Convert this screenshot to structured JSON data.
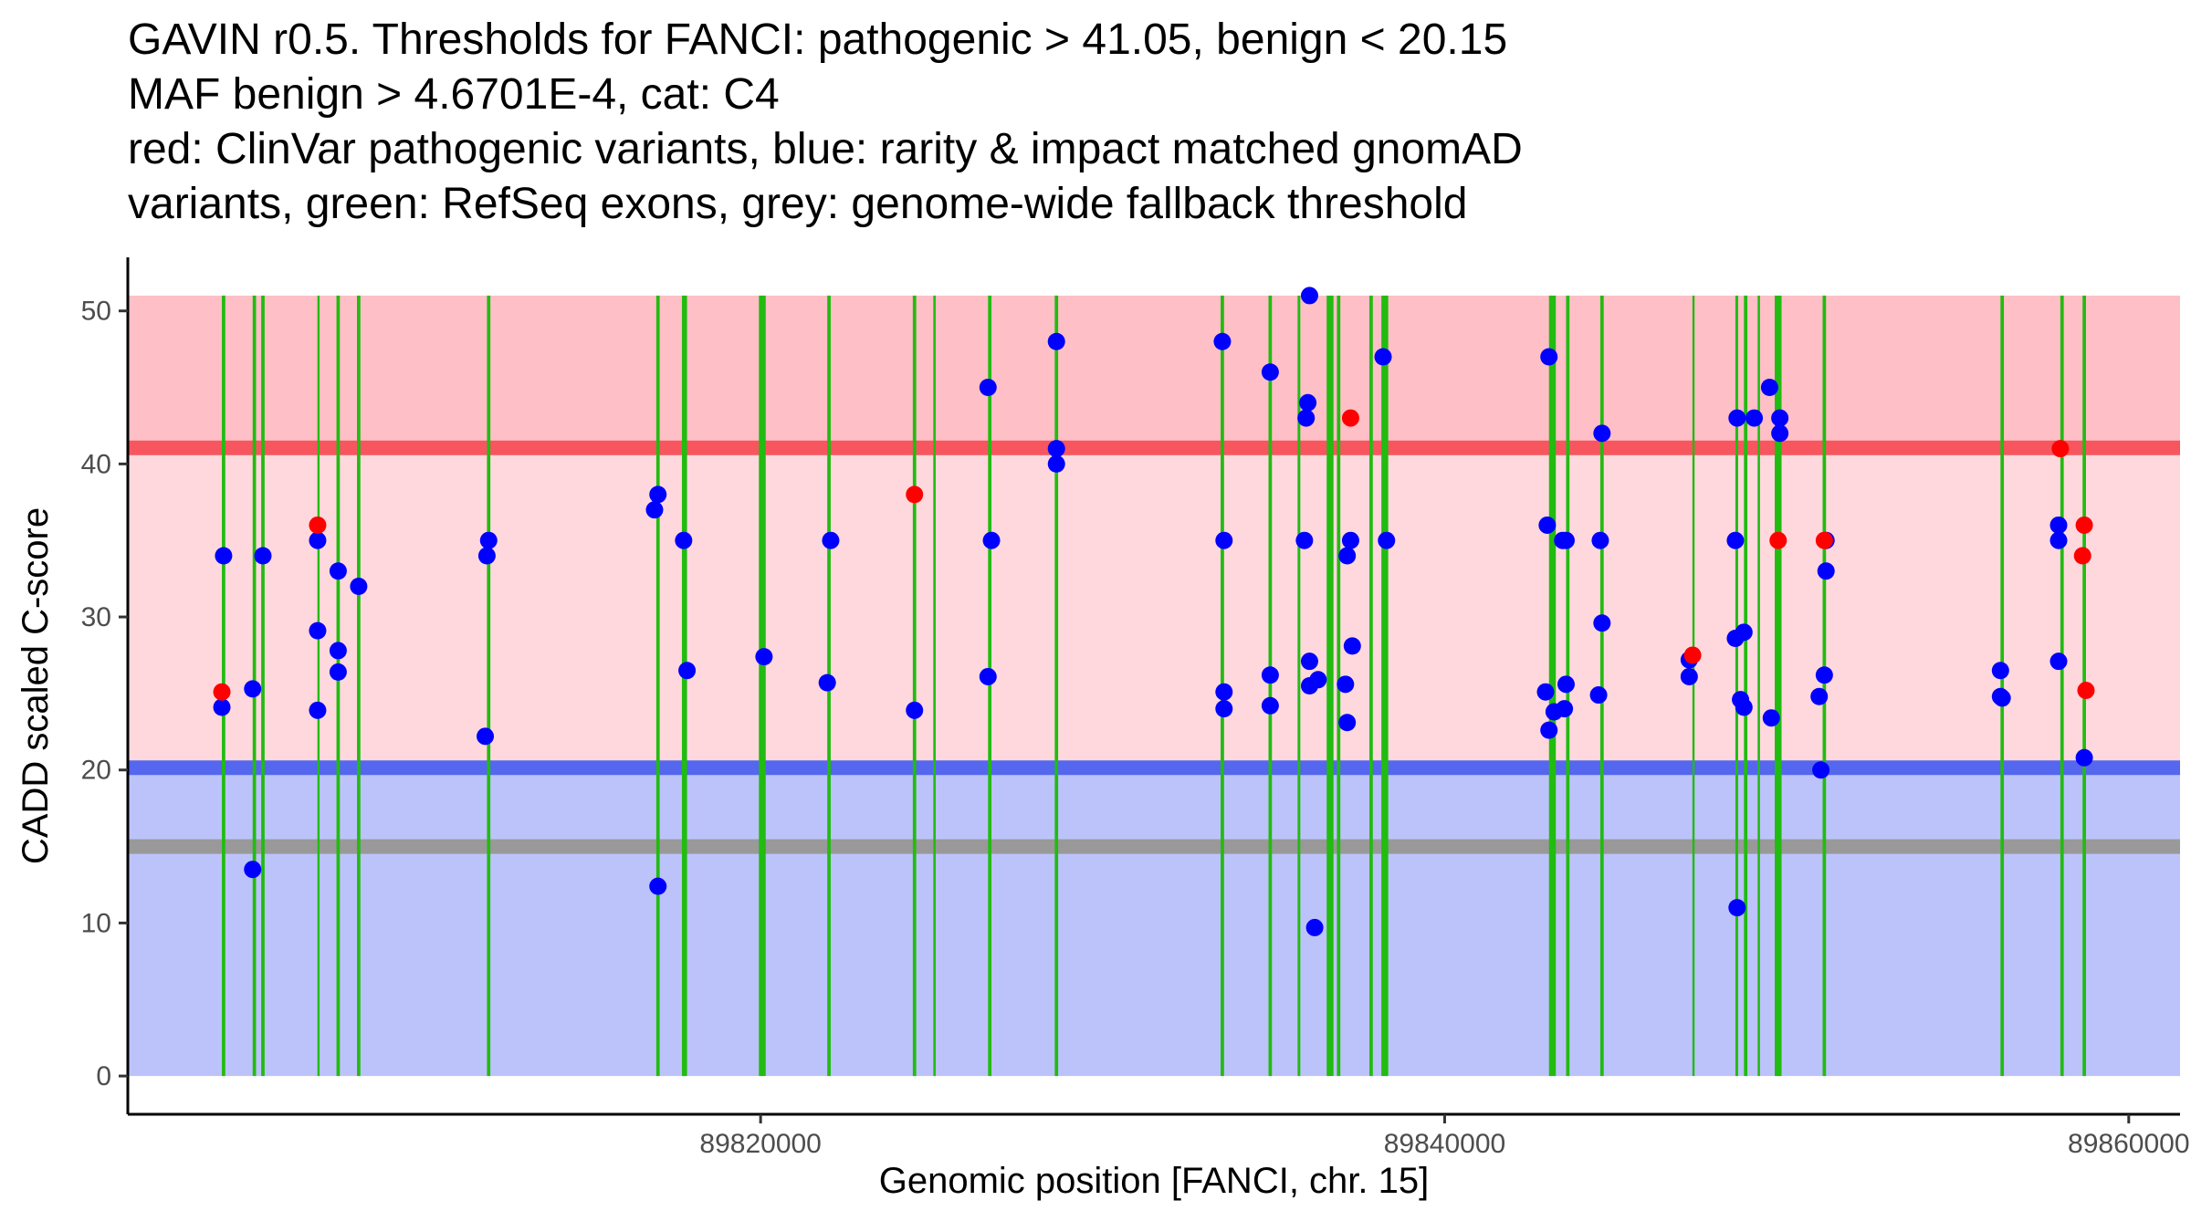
{
  "title_lines": [
    "GAVIN r0.5. Thresholds for FANCI: pathogenic > 41.05, benign < 20.15",
    "MAF benign > 4.6701E-4, cat: C4",
    "red: ClinVar pathogenic variants, blue: rarity & impact matched gnomAD",
    "variants, green: RefSeq exons, grey: genome-wide fallback threshold"
  ],
  "chart_data": {
    "type": "scatter",
    "title": "GAVIN r0.5. Thresholds for FANCI: pathogenic > 41.05, benign < 20.15 MAF benign > 4.6701E-4, cat: C4 red: ClinVar pathogenic variants, blue: rarity & impact matched gnomAD variants, green: RefSeq exons, grey: genome-wide fallback threshold",
    "xlabel": "Genomic position [FANCI, chr. 15]",
    "ylabel": "CADD scaled C-score",
    "xlim": [
      89801500,
      89861500
    ],
    "ylim": [
      -2.5,
      53.5
    ],
    "x_ticks": [
      89820000,
      89840000,
      89860000
    ],
    "y_ticks": [
      0,
      10,
      20,
      30,
      40,
      50
    ],
    "grid": false,
    "thresholds": {
      "pathogenic": 41.05,
      "benign": 20.15,
      "genome_wide_fallback": 15,
      "max_score": 51
    },
    "regions": [
      {
        "name": "pathogenic",
        "from": 41.05,
        "to": 51,
        "color": "#ffbfc6"
      },
      {
        "name": "uncertain",
        "from": 20.15,
        "to": 41.05,
        "color": "#ffd8dd"
      },
      {
        "name": "benign",
        "from": 0,
        "to": 20.15,
        "color": "#bcc3fa"
      }
    ],
    "threshold_lines": [
      {
        "name": "pathogenic",
        "y": 41.05,
        "color": "#f7565e"
      },
      {
        "name": "benign",
        "y": 20.15,
        "color": "#5467ee"
      },
      {
        "name": "genome-wide fallback",
        "y": 15,
        "color": "#999999"
      }
    ],
    "exons": [
      {
        "start": 89804250,
        "end": 89804350
      },
      {
        "start": 89805150,
        "end": 89805250
      },
      {
        "start": 89805400,
        "end": 89805500
      },
      {
        "start": 89807050,
        "end": 89807100
      },
      {
        "start": 89807600,
        "end": 89807700
      },
      {
        "start": 89808200,
        "end": 89808300
      },
      {
        "start": 89812000,
        "end": 89812100
      },
      {
        "start": 89816950,
        "end": 89817050
      },
      {
        "start": 89817700,
        "end": 89817850
      },
      {
        "start": 89819950,
        "end": 89820150
      },
      {
        "start": 89821950,
        "end": 89822050
      },
      {
        "start": 89824450,
        "end": 89824550
      },
      {
        "start": 89825050,
        "end": 89825120
      },
      {
        "start": 89826650,
        "end": 89826750
      },
      {
        "start": 89828600,
        "end": 89828700
      },
      {
        "start": 89833450,
        "end": 89833550
      },
      {
        "start": 89834850,
        "end": 89834950
      },
      {
        "start": 89835700,
        "end": 89835780
      },
      {
        "start": 89836550,
        "end": 89836750
      },
      {
        "start": 89836850,
        "end": 89836950
      },
      {
        "start": 89837800,
        "end": 89837900
      },
      {
        "start": 89838150,
        "end": 89838350
      },
      {
        "start": 89843050,
        "end": 89843250
      },
      {
        "start": 89843550,
        "end": 89843650
      },
      {
        "start": 89844550,
        "end": 89844650
      },
      {
        "start": 89847250,
        "end": 89847300
      },
      {
        "start": 89848500,
        "end": 89848580
      },
      {
        "start": 89848750,
        "end": 89848850
      },
      {
        "start": 89849150,
        "end": 89849220
      },
      {
        "start": 89849650,
        "end": 89849850
      },
      {
        "start": 89851050,
        "end": 89851150
      },
      {
        "start": 89856250,
        "end": 89856350
      },
      {
        "start": 89858000,
        "end": 89858100
      },
      {
        "start": 89858650,
        "end": 89858750
      }
    ],
    "series": [
      {
        "name": "ClinVar pathogenic",
        "color": "#ff0000",
        "points": [
          {
            "x": 89804250,
            "y": 25.1
          },
          {
            "x": 89807050,
            "y": 36
          },
          {
            "x": 89824500,
            "y": 38
          },
          {
            "x": 89837250,
            "y": 43
          },
          {
            "x": 89847250,
            "y": 27.5
          },
          {
            "x": 89849750,
            "y": 35
          },
          {
            "x": 89851100,
            "y": 35
          },
          {
            "x": 89858000,
            "y": 41
          },
          {
            "x": 89858700,
            "y": 36
          },
          {
            "x": 89858650,
            "y": 34
          },
          {
            "x": 89858750,
            "y": 25.2
          }
        ]
      },
      {
        "name": "gnomAD matched",
        "color": "#0000ff",
        "points": [
          {
            "x": 89804300,
            "y": 34
          },
          {
            "x": 89804250,
            "y": 24.1
          },
          {
            "x": 89805150,
            "y": 25.3
          },
          {
            "x": 89805150,
            "y": 13.5
          },
          {
            "x": 89805450,
            "y": 34
          },
          {
            "x": 89807050,
            "y": 35
          },
          {
            "x": 89807050,
            "y": 29.1
          },
          {
            "x": 89807050,
            "y": 23.9
          },
          {
            "x": 89807650,
            "y": 33
          },
          {
            "x": 89807650,
            "y": 27.8
          },
          {
            "x": 89807650,
            "y": 26.4
          },
          {
            "x": 89808250,
            "y": 32
          },
          {
            "x": 89812050,
            "y": 35
          },
          {
            "x": 89812000,
            "y": 34
          },
          {
            "x": 89811950,
            "y": 22.2
          },
          {
            "x": 89816900,
            "y": 37
          },
          {
            "x": 89817000,
            "y": 38
          },
          {
            "x": 89817000,
            "y": 12.4
          },
          {
            "x": 89817750,
            "y": 35
          },
          {
            "x": 89817850,
            "y": 26.5
          },
          {
            "x": 89820100,
            "y": 27.4
          },
          {
            "x": 89822050,
            "y": 35
          },
          {
            "x": 89821950,
            "y": 25.7
          },
          {
            "x": 89824500,
            "y": 23.9
          },
          {
            "x": 89826650,
            "y": 45
          },
          {
            "x": 89826750,
            "y": 35
          },
          {
            "x": 89826650,
            "y": 26.1
          },
          {
            "x": 89828650,
            "y": 48
          },
          {
            "x": 89828650,
            "y": 41
          },
          {
            "x": 89828650,
            "y": 40
          },
          {
            "x": 89833500,
            "y": 48
          },
          {
            "x": 89833550,
            "y": 35
          },
          {
            "x": 89833550,
            "y": 25.1
          },
          {
            "x": 89833550,
            "y": 24
          },
          {
            "x": 89834900,
            "y": 46
          },
          {
            "x": 89834900,
            "y": 26.2
          },
          {
            "x": 89834900,
            "y": 24.2
          },
          {
            "x": 89836050,
            "y": 51
          },
          {
            "x": 89836000,
            "y": 44
          },
          {
            "x": 89835950,
            "y": 43
          },
          {
            "x": 89835900,
            "y": 35
          },
          {
            "x": 89836050,
            "y": 27.1
          },
          {
            "x": 89836300,
            "y": 25.9
          },
          {
            "x": 89836050,
            "y": 25.5
          },
          {
            "x": 89836200,
            "y": 9.7
          },
          {
            "x": 89837250,
            "y": 35
          },
          {
            "x": 89837150,
            "y": 34
          },
          {
            "x": 89837300,
            "y": 28.1
          },
          {
            "x": 89837100,
            "y": 25.6
          },
          {
            "x": 89837150,
            "y": 23.1
          },
          {
            "x": 89838200,
            "y": 47
          },
          {
            "x": 89838300,
            "y": 35
          },
          {
            "x": 89843050,
            "y": 47
          },
          {
            "x": 89843000,
            "y": 36
          },
          {
            "x": 89843550,
            "y": 35
          },
          {
            "x": 89843450,
            "y": 35
          },
          {
            "x": 89842950,
            "y": 25.1
          },
          {
            "x": 89843550,
            "y": 25.6
          },
          {
            "x": 89843200,
            "y": 23.8
          },
          {
            "x": 89843500,
            "y": 24
          },
          {
            "x": 89843050,
            "y": 22.6
          },
          {
            "x": 89844600,
            "y": 42
          },
          {
            "x": 89844550,
            "y": 35
          },
          {
            "x": 89844600,
            "y": 29.6
          },
          {
            "x": 89844500,
            "y": 24.9
          },
          {
            "x": 89847150,
            "y": 27.2
          },
          {
            "x": 89847150,
            "y": 26.1
          },
          {
            "x": 89848550,
            "y": 43
          },
          {
            "x": 89848500,
            "y": 35
          },
          {
            "x": 89848500,
            "y": 28.6
          },
          {
            "x": 89848750,
            "y": 29
          },
          {
            "x": 89848650,
            "y": 24.6
          },
          {
            "x": 89848750,
            "y": 24.1
          },
          {
            "x": 89848550,
            "y": 11
          },
          {
            "x": 89849050,
            "y": 43
          },
          {
            "x": 89849500,
            "y": 45
          },
          {
            "x": 89849800,
            "y": 43
          },
          {
            "x": 89849800,
            "y": 42
          },
          {
            "x": 89849550,
            "y": 23.4
          },
          {
            "x": 89851150,
            "y": 35
          },
          {
            "x": 89851150,
            "y": 33
          },
          {
            "x": 89851100,
            "y": 26.2
          },
          {
            "x": 89850950,
            "y": 24.8
          },
          {
            "x": 89851000,
            "y": 20
          },
          {
            "x": 89856250,
            "y": 26.5
          },
          {
            "x": 89856300,
            "y": 24.7
          },
          {
            "x": 89856250,
            "y": 24.8
          },
          {
            "x": 89857950,
            "y": 36
          },
          {
            "x": 89857950,
            "y": 35
          },
          {
            "x": 89857950,
            "y": 27.1
          },
          {
            "x": 89858700,
            "y": 20.8
          }
        ]
      }
    ]
  }
}
